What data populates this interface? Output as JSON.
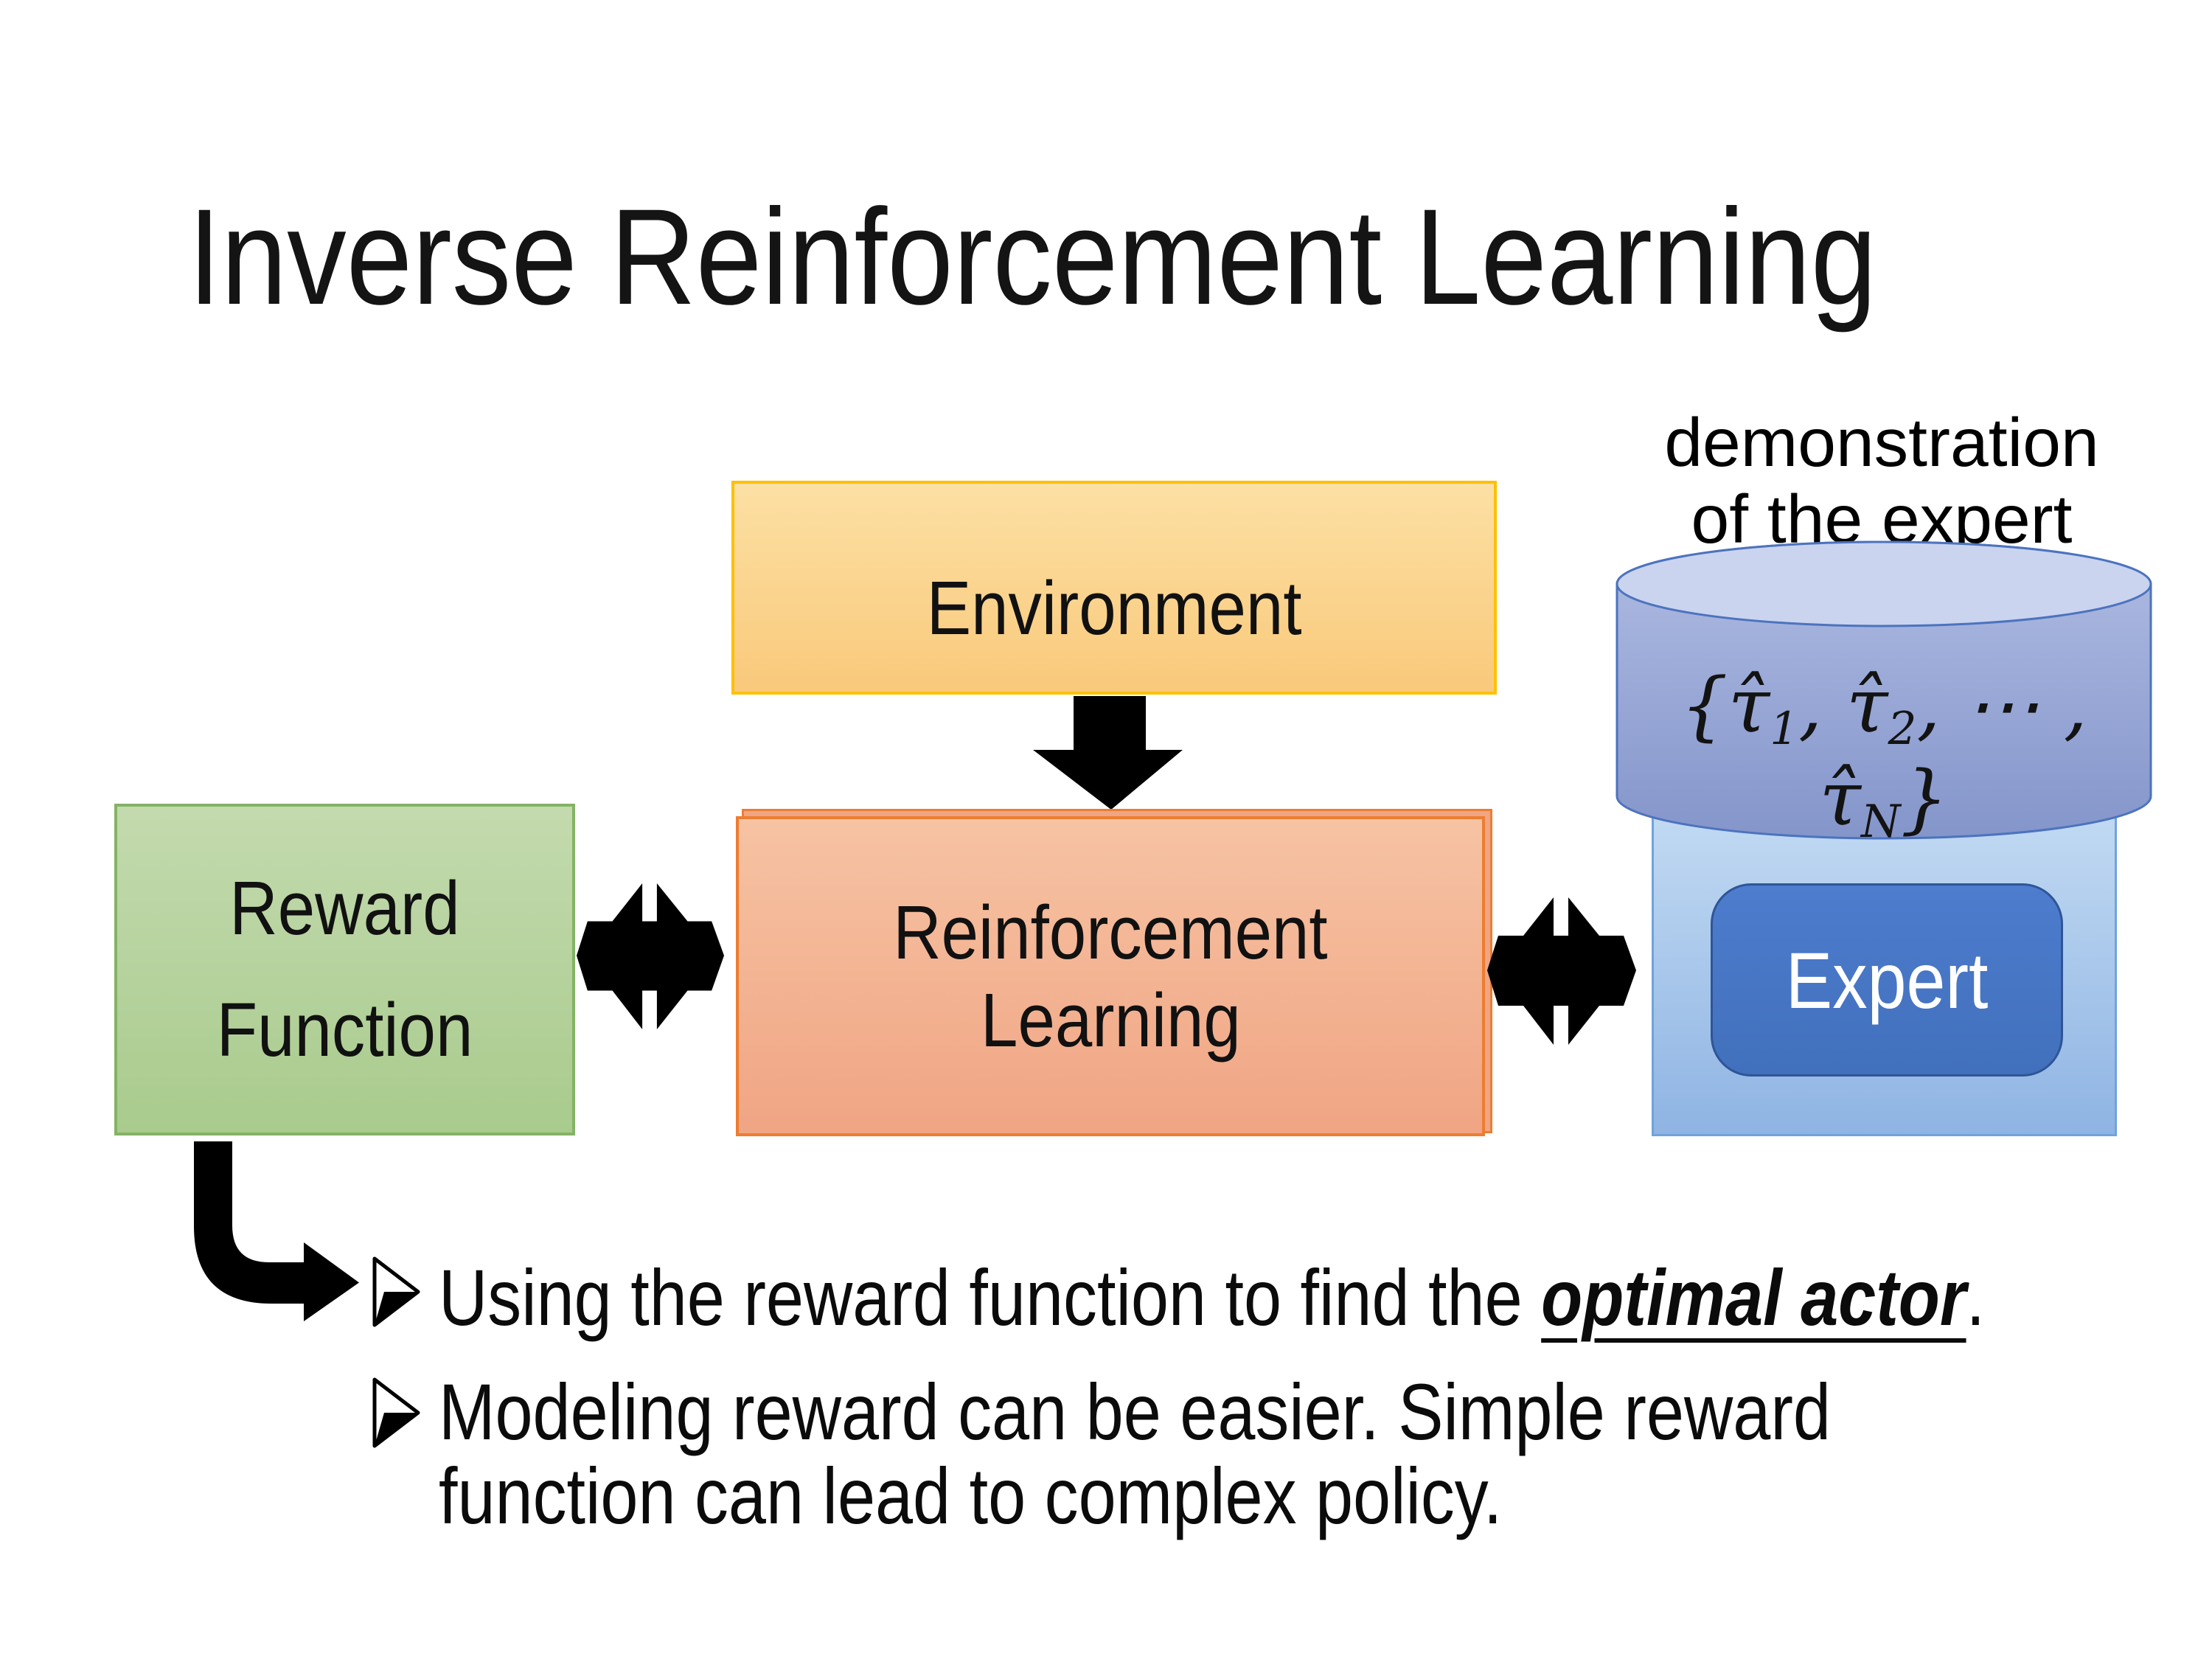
{
  "palette": {
    "ink": "#000000",
    "env-fill-top": "#FCE0A4",
    "env-fill-bot": "#F9C97B",
    "env-border": "#FFC001",
    "rl-fill-top": "#F6C3A3",
    "rl-fill-bot": "#F0A584",
    "rl-border": "#ED7D31",
    "green-fill-top": "#C3DAAE",
    "green-fill-bot": "#A9CB8D",
    "green-border": "#84B365",
    "panel-fill-top": "#C6DDF4",
    "panel-fill-bot": "#8FB4E3",
    "panel-border": "#6FA3DC",
    "expert-fill-top": "#4E7CCE",
    "expert-fill-bot": "#4170BC",
    "expert-border": "#2F5597",
    "cyl-fill-top": "#AFBCE3",
    "cyl-fill-bot": "#8495CA",
    "cyl-top-fill": "#CAD4EF",
    "cyl-stroke": "#4C73BE"
  },
  "slide": {
    "title": "Inverse Reinforcement Learning"
  },
  "annotation": {
    "line1": "demonstration",
    "line2": "of the expert"
  },
  "boxes": {
    "environment": {
      "label": "Environment"
    },
    "reward": {
      "line1": "Reward",
      "line2": "Function"
    },
    "rl": {
      "line1": "Reinforcement",
      "line2": "Learning"
    },
    "expert": {
      "label": "Expert"
    }
  },
  "trajectories": {
    "parts": [
      "{τ̂",
      "1",
      ", τ̂",
      "2",
      ", ⋯ , τ̂",
      "N",
      "}"
    ]
  },
  "bullets": {
    "marker_glyph": "➢",
    "item1": {
      "before": "Using the reward function to find the ",
      "emphasis": "optimal actor",
      "after": "."
    },
    "item2": {
      "line1": "Modeling reward can be easier. Simple reward",
      "line2": "function can lead to complex policy."
    }
  }
}
